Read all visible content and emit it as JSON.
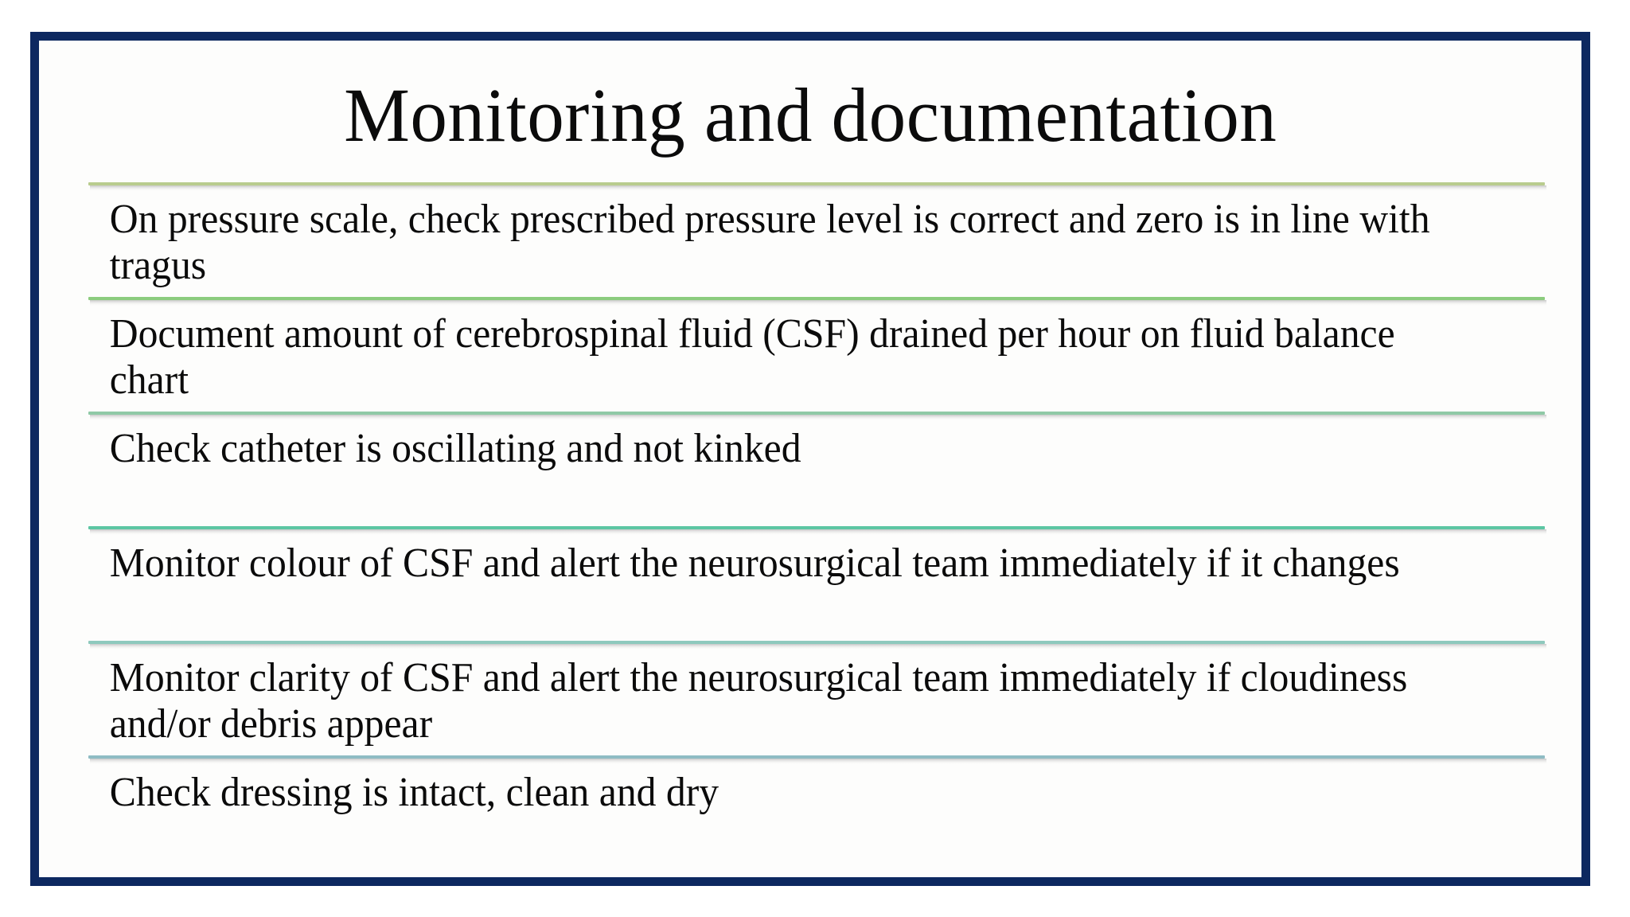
{
  "slide": {
    "title": "Monitoring and documentation",
    "frame_color": "#0d2860",
    "background_color": "#fdfdfc",
    "text_color": "#0b0b0b"
  },
  "body": {
    "items": [
      {
        "text": "On pressure scale, check prescribed pressure level is correct and zero is in line with tragus",
        "rule_color": "#b9cc8e",
        "size_class": "h-two"
      },
      {
        "text": "Document amount of cerebrospinal fluid (CSF) drained per hour on fluid balance chart",
        "rule_color": "#8ccc7e",
        "size_class": "h-two"
      },
      {
        "text": "Check catheter is oscillating and not kinked",
        "rule_color": "#8fc9a6",
        "size_class": "h-one"
      },
      {
        "text": "Monitor colour of CSF and alert the neurosurgical team immediately if it changes",
        "rule_color": "#5cc6a3",
        "size_class": "h-two"
      },
      {
        "text": "Monitor clarity of CSF and alert the neurosurgical team immediately if cloudiness and/or debris appear",
        "rule_color": "#8ec9bd",
        "size_class": "h-two"
      },
      {
        "text": "Check dressing is intact, clean and dry",
        "rule_color": "#8fbcc4",
        "size_class": "h-last"
      }
    ]
  }
}
